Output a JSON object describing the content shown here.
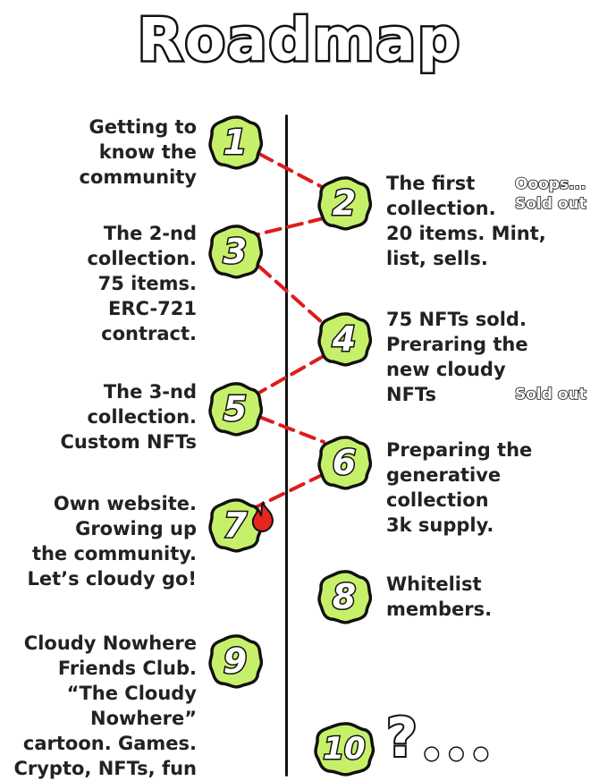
{
  "title": "Roadmap",
  "colors": {
    "blob_fill": "#c7f06a",
    "outline": "#111111",
    "link": "#e01b1b",
    "fire": "#e8261c"
  },
  "milestones": [
    {
      "number": "1",
      "lines": [
        "Getting to",
        "know the",
        "community"
      ]
    },
    {
      "number": "2",
      "lines": [
        "The first",
        "collection.",
        "20 items. Mint,",
        "list, sells."
      ]
    },
    {
      "number": "3",
      "lines": [
        "The 2-nd",
        "collection.",
        "75 items.",
        "ERC-721",
        "contract."
      ]
    },
    {
      "number": "4",
      "lines": [
        "75 NFTs sold.",
        "Preraring the",
        "new cloudy",
        "NFTs"
      ]
    },
    {
      "number": "5",
      "lines": [
        "The 3-nd",
        "collection.",
        "Custom NFTs"
      ]
    },
    {
      "number": "6",
      "lines": [
        "Preparing the",
        "generative",
        "collection",
        "3k supply."
      ]
    },
    {
      "number": "7",
      "lines": [
        "Own website.",
        "Growing up",
        "the community.",
        "Let’s cloudy go!"
      ]
    },
    {
      "number": "8",
      "lines": [
        "Whitelist",
        "members."
      ]
    },
    {
      "number": "9",
      "lines": [
        "Cloudy Nowhere",
        "Friends Club.",
        "“The Cloudy",
        "Nowhere”",
        "cartoon. Games.",
        "Crypto, NFTs, fun"
      ]
    },
    {
      "number": "10",
      "lines": []
    }
  ],
  "notes": {
    "oops": "Ooops...",
    "sold_out_1": "Sold out",
    "sold_out_2": "Sold out"
  },
  "future": {
    "question": "?",
    "dots": "•••"
  },
  "icons": {
    "fire": "fire-icon"
  }
}
